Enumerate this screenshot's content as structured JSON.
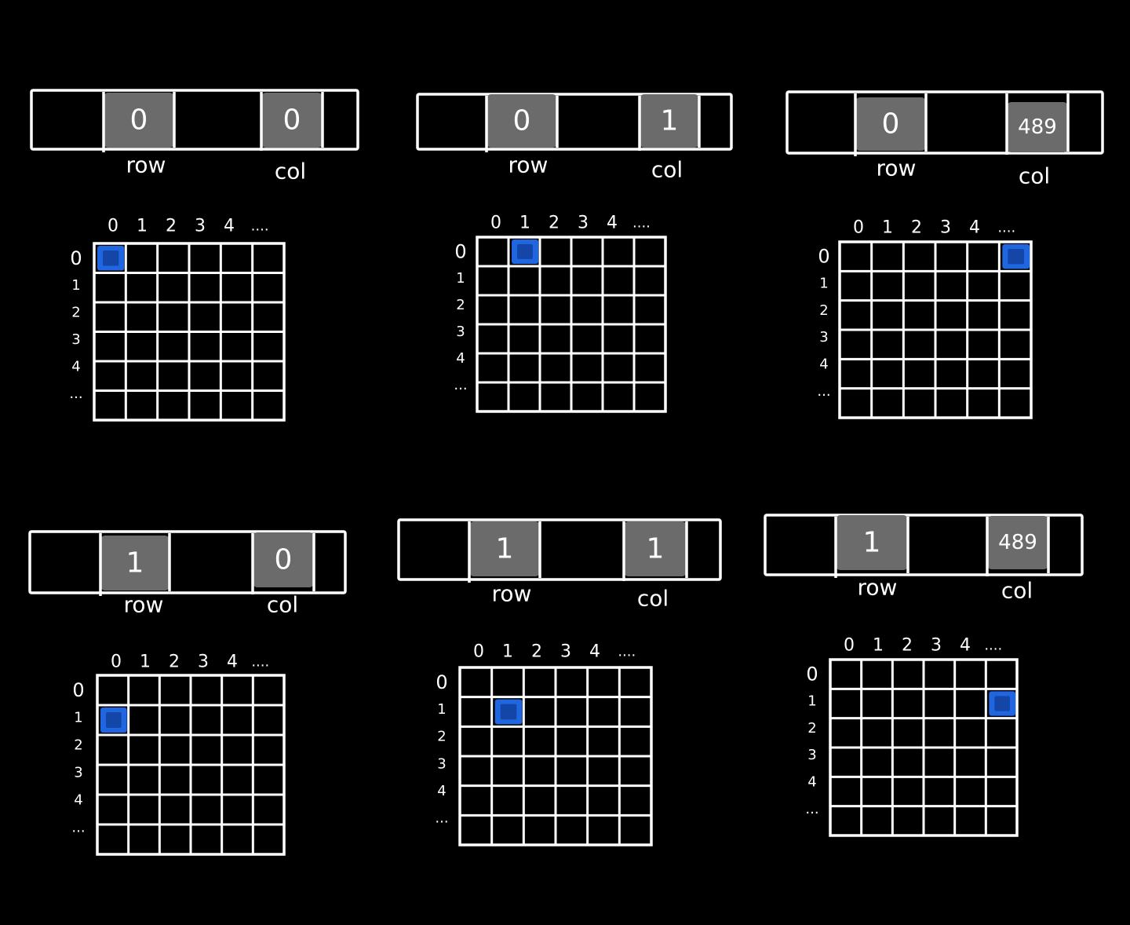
{
  "labels": {
    "row": "row",
    "col": "col"
  },
  "axis_ticks": {
    "columns": [
      "0",
      "1",
      "2",
      "3",
      "4",
      "...."
    ],
    "rows": [
      "0",
      "1",
      "2",
      "3",
      "4",
      "..."
    ]
  },
  "colors": {
    "background": "#000000",
    "line": "#ffffff",
    "register_cell": "#6b6b6b",
    "highlight": "#1f66e0",
    "highlight_inner": "#1446a8"
  },
  "panels": [
    {
      "row_value": "0",
      "col_value": "0",
      "highlight_row": 0,
      "highlight_col": 0
    },
    {
      "row_value": "0",
      "col_value": "1",
      "highlight_row": 0,
      "highlight_col": 1
    },
    {
      "row_value": "0",
      "col_value": "489",
      "highlight_row": 0,
      "highlight_col": "last"
    },
    {
      "row_value": "1",
      "col_value": "0",
      "highlight_row": 1,
      "highlight_col": 0
    },
    {
      "row_value": "1",
      "col_value": "1",
      "highlight_row": 1,
      "highlight_col": 1
    },
    {
      "row_value": "1",
      "col_value": "489",
      "highlight_row": 1,
      "highlight_col": "last"
    }
  ]
}
